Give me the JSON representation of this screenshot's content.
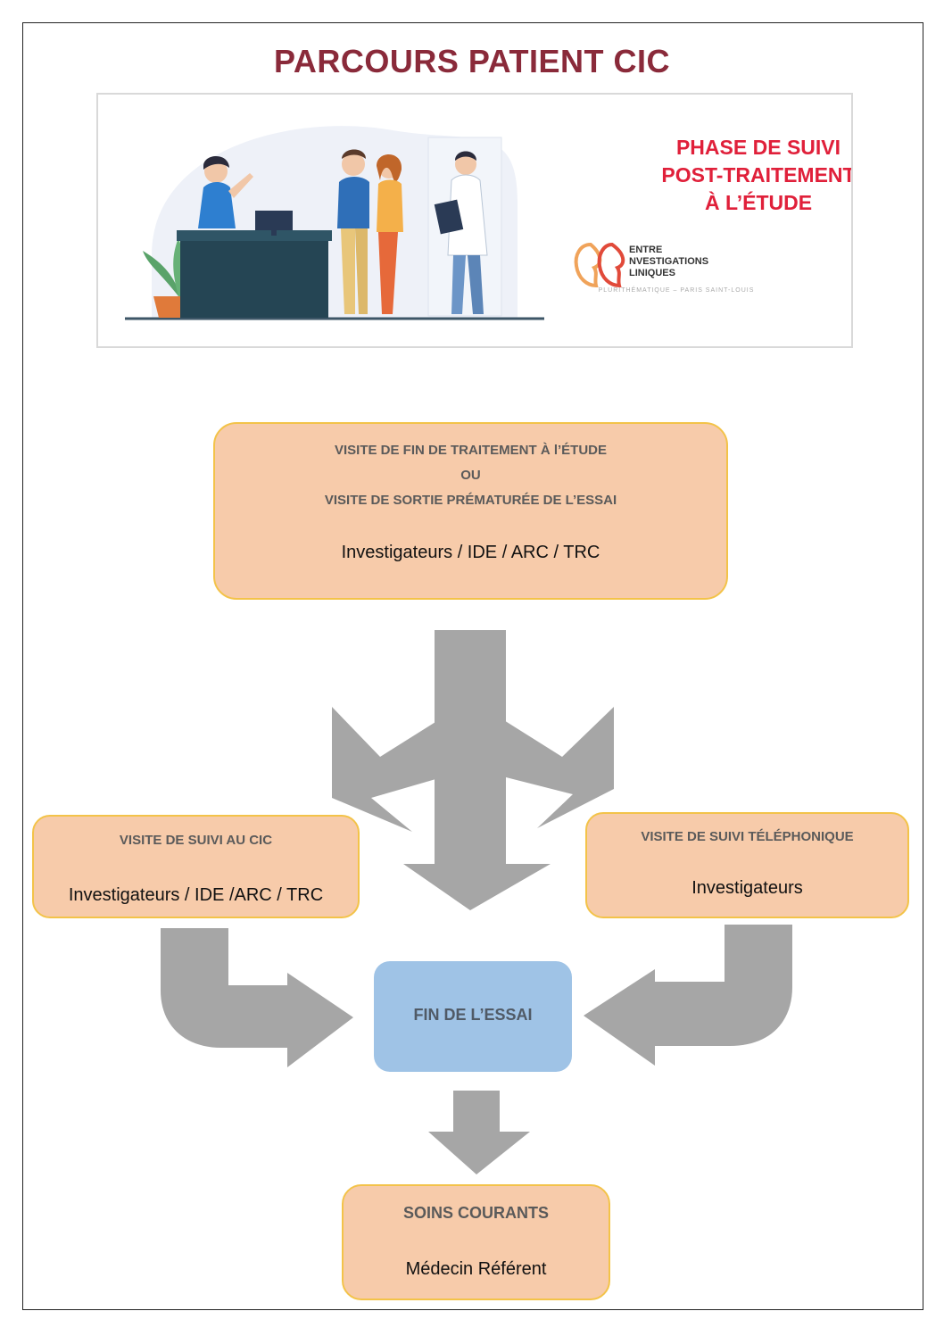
{
  "title": "PARCOURS PATIENT CIC",
  "banner": {
    "phase_lines": [
      "PHASE DE SUIVI",
      "POST-TRAITEMENT",
      "À L’ÉTUDE"
    ],
    "logo_lines": [
      "ENTRE",
      "NVESTIGATIONS",
      "LINIQUES"
    ],
    "logo_subtitle": "PLURITHÉMATIQUE – PARIS SAINT-LOUIS"
  },
  "boxes": {
    "end_visit": {
      "line1": "VISITE DE FIN DE TRAITEMENT À l’ÉTUDE",
      "line2": "OU",
      "line3": "VISITE DE SORTIE PRÉMATURÉE DE L’ESSAI",
      "actors": "Investigateurs / IDE / ARC / TRC"
    },
    "cic_followup": {
      "caption": "VISITE DE SUIVI AU CIC",
      "actors": "Investigateurs / IDE /ARC / TRC"
    },
    "phone_followup": {
      "caption": "VISITE DE SUIVI TÉLÉPHONIQUE",
      "actors": "Investigateurs"
    },
    "end_trial": {
      "caption": "FIN DE L’ESSAI"
    },
    "usual_care": {
      "caption": "SOINS COURANTS",
      "actors": "Médecin Référent"
    }
  },
  "colors": {
    "title": "#8a2a3a",
    "box_fill": "#f7cbaa",
    "box_border": "#f3c349",
    "end_fill": "#9fc3e6",
    "arrow": "#a6a6a6",
    "phase_text": "#e0203a"
  }
}
